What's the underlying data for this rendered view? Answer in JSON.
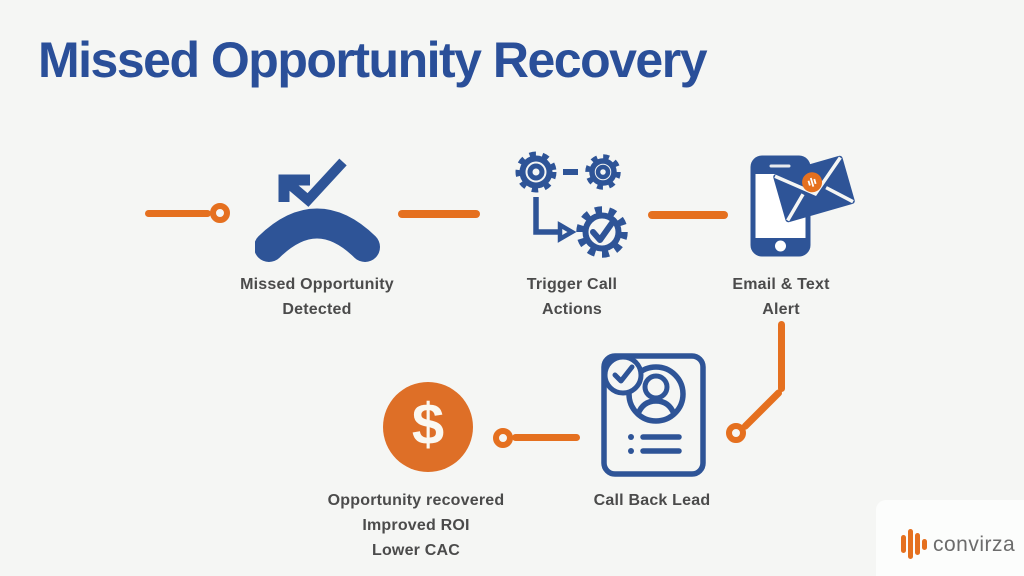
{
  "title": "Missed Opportunity Recovery",
  "steps": {
    "missed": {
      "icon": "missed-call-icon",
      "line1": "Missed Opportunity",
      "line2": "Detected"
    },
    "trigger": {
      "icon": "gears-workflow-icon",
      "line1": "Trigger Call",
      "line2": "Actions"
    },
    "email": {
      "icon": "phone-email-icon",
      "line1": "Email & Text",
      "line2": "Alert"
    },
    "callback": {
      "icon": "lead-card-icon",
      "line1": "Call Back Lead"
    },
    "recovered": {
      "icon": "dollar-icon",
      "symbol": "$",
      "line1": "Opportunity recovered",
      "line2": "Improved ROI",
      "line3": "Lower CAC"
    }
  },
  "logo": {
    "text": "convirza"
  },
  "colors": {
    "background": "#f5f6f4",
    "title_blue": "#2a4f99",
    "icon_blue": "#2e5497",
    "accent_orange": "#e5701f",
    "dollar_orange": "#de6f27",
    "label_gray": "#4b4b4b",
    "logo_gray": "#6c6c6c"
  }
}
